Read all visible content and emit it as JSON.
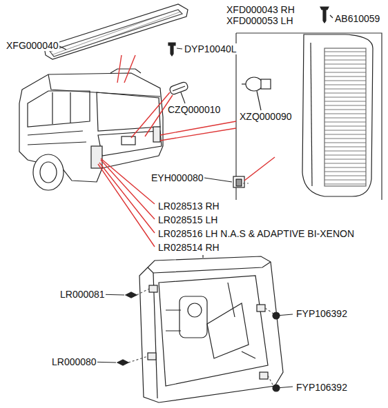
{
  "diagram": {
    "labels": [
      "XFD000043 RH",
      "XFD000053 LH",
      "AB610059",
      "XFG000040",
      "DYP10040L",
      "CZQ000010",
      "XZQ000090",
      "EYH000080",
      "LR028513 RH",
      "LR028515 LH",
      "LR028516 LH N.A.S & ADAPTIVE BI-XENON",
      "LR028514 RH",
      "LR000081",
      "FYP106392",
      "LR000080",
      "FYP106392"
    ]
  }
}
